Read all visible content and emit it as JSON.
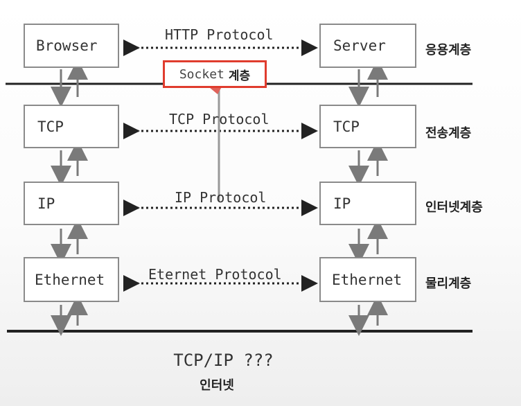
{
  "stack": {
    "rows": [
      {
        "left_label": "Browser",
        "right_label": "Server",
        "protocol_label": "HTTP Protocol",
        "layer_label": "응용계층"
      },
      {
        "left_label": "TCP",
        "right_label": "TCP",
        "protocol_label": "TCP Protocol",
        "layer_label": "전송계층"
      },
      {
        "left_label": "IP",
        "right_label": "IP",
        "protocol_label": "IP Protocol",
        "layer_label": "인터넷계층"
      },
      {
        "left_label": "Ethernet",
        "right_label": "Ethernet",
        "protocol_label": "Eternet Protocol",
        "layer_label": "물리계층"
      }
    ]
  },
  "socket_label": {
    "socket": "Socket",
    "layer": "계층"
  },
  "footer": {
    "title": "TCP/IP ???",
    "subtitle": "인터넷"
  },
  "colors": {
    "box_border": "#8a8a8a",
    "line": "#222222",
    "arrow": "#7a7a7a",
    "highlight": "#e03c2e"
  }
}
